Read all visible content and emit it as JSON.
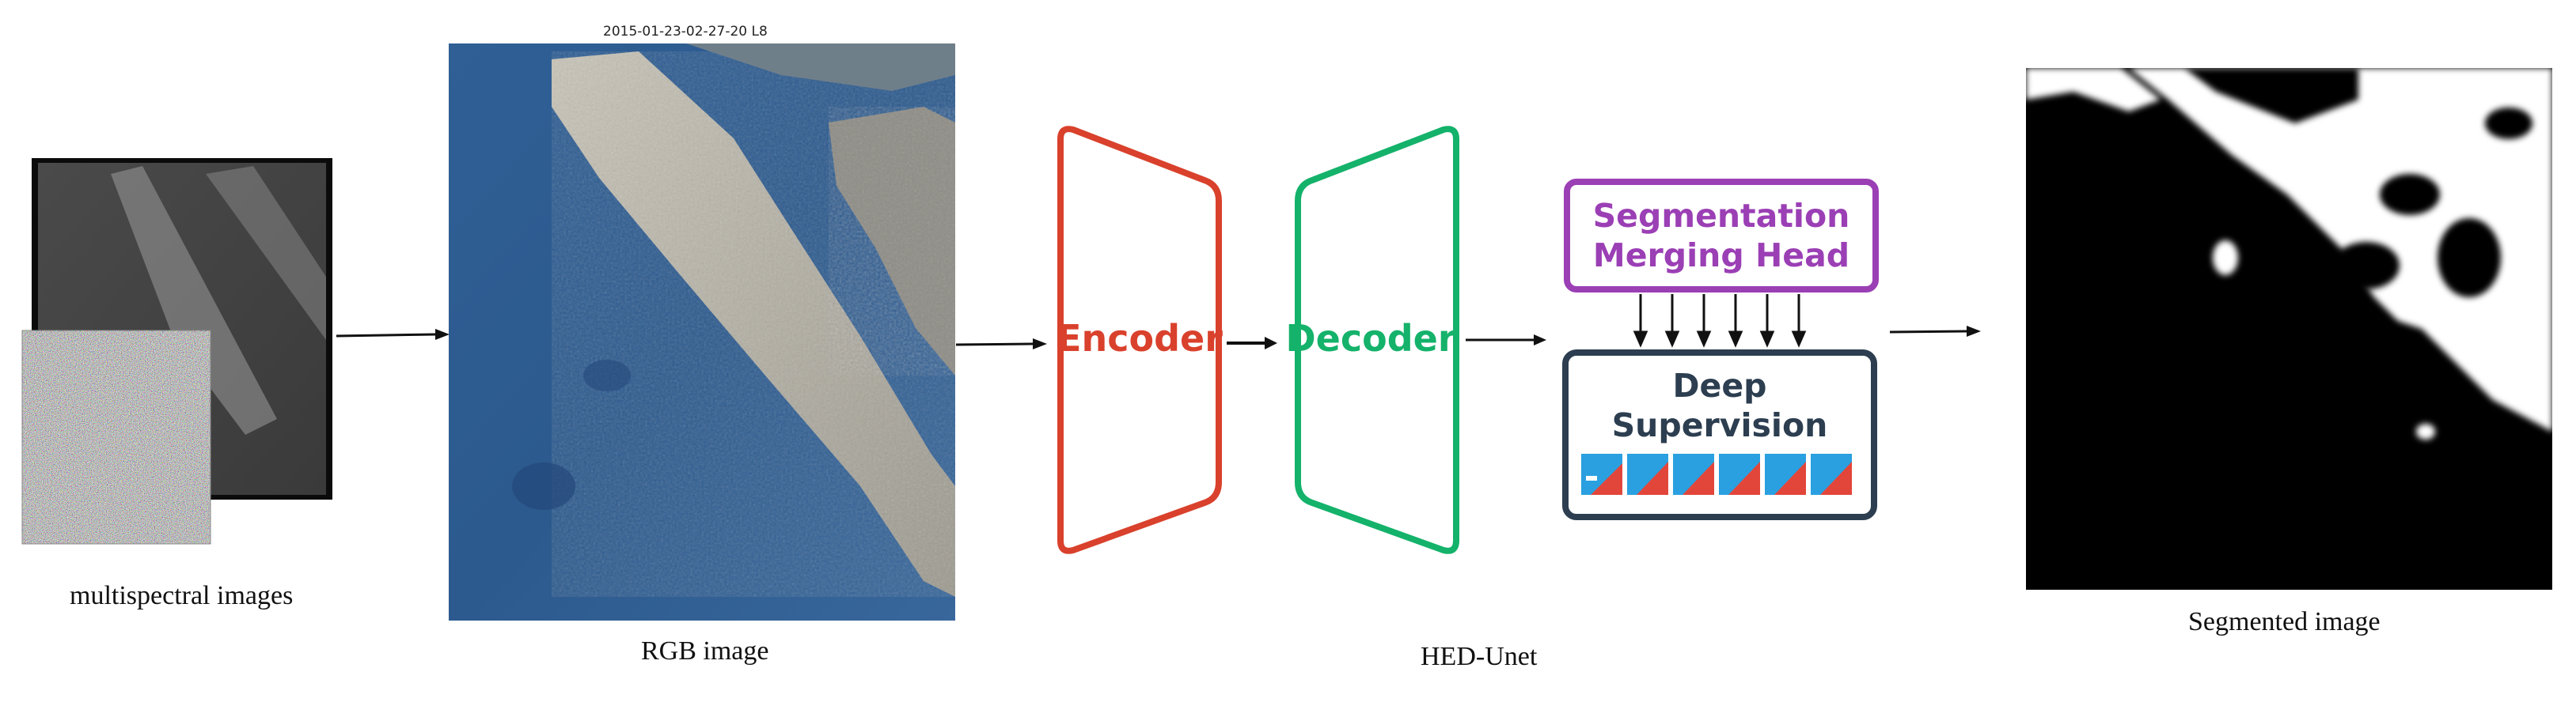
{
  "captions": {
    "multispectral": "multispectral images",
    "rgb": "RGB image",
    "model": "HED-Unet",
    "segmented": "Segmented image"
  },
  "rgb_timestamp": "2015-01-23-02-27-20   L8",
  "network": {
    "encoder": "Encoder",
    "decoder": "Decoder",
    "seg_head_line1": "Segmentation",
    "seg_head_line2": "Merging Head",
    "deep_sup_line1": "Deep",
    "deep_sup_line2": "Supervision"
  },
  "colors": {
    "encoder": "#d9412c",
    "decoder": "#14b26a",
    "seg_head": "#9b3fb5",
    "deep_sup": "#2c3e50",
    "deep_sup_thumb_bg": "#2aa0e0",
    "deep_sup_thumb_fg": "#e2463a"
  }
}
